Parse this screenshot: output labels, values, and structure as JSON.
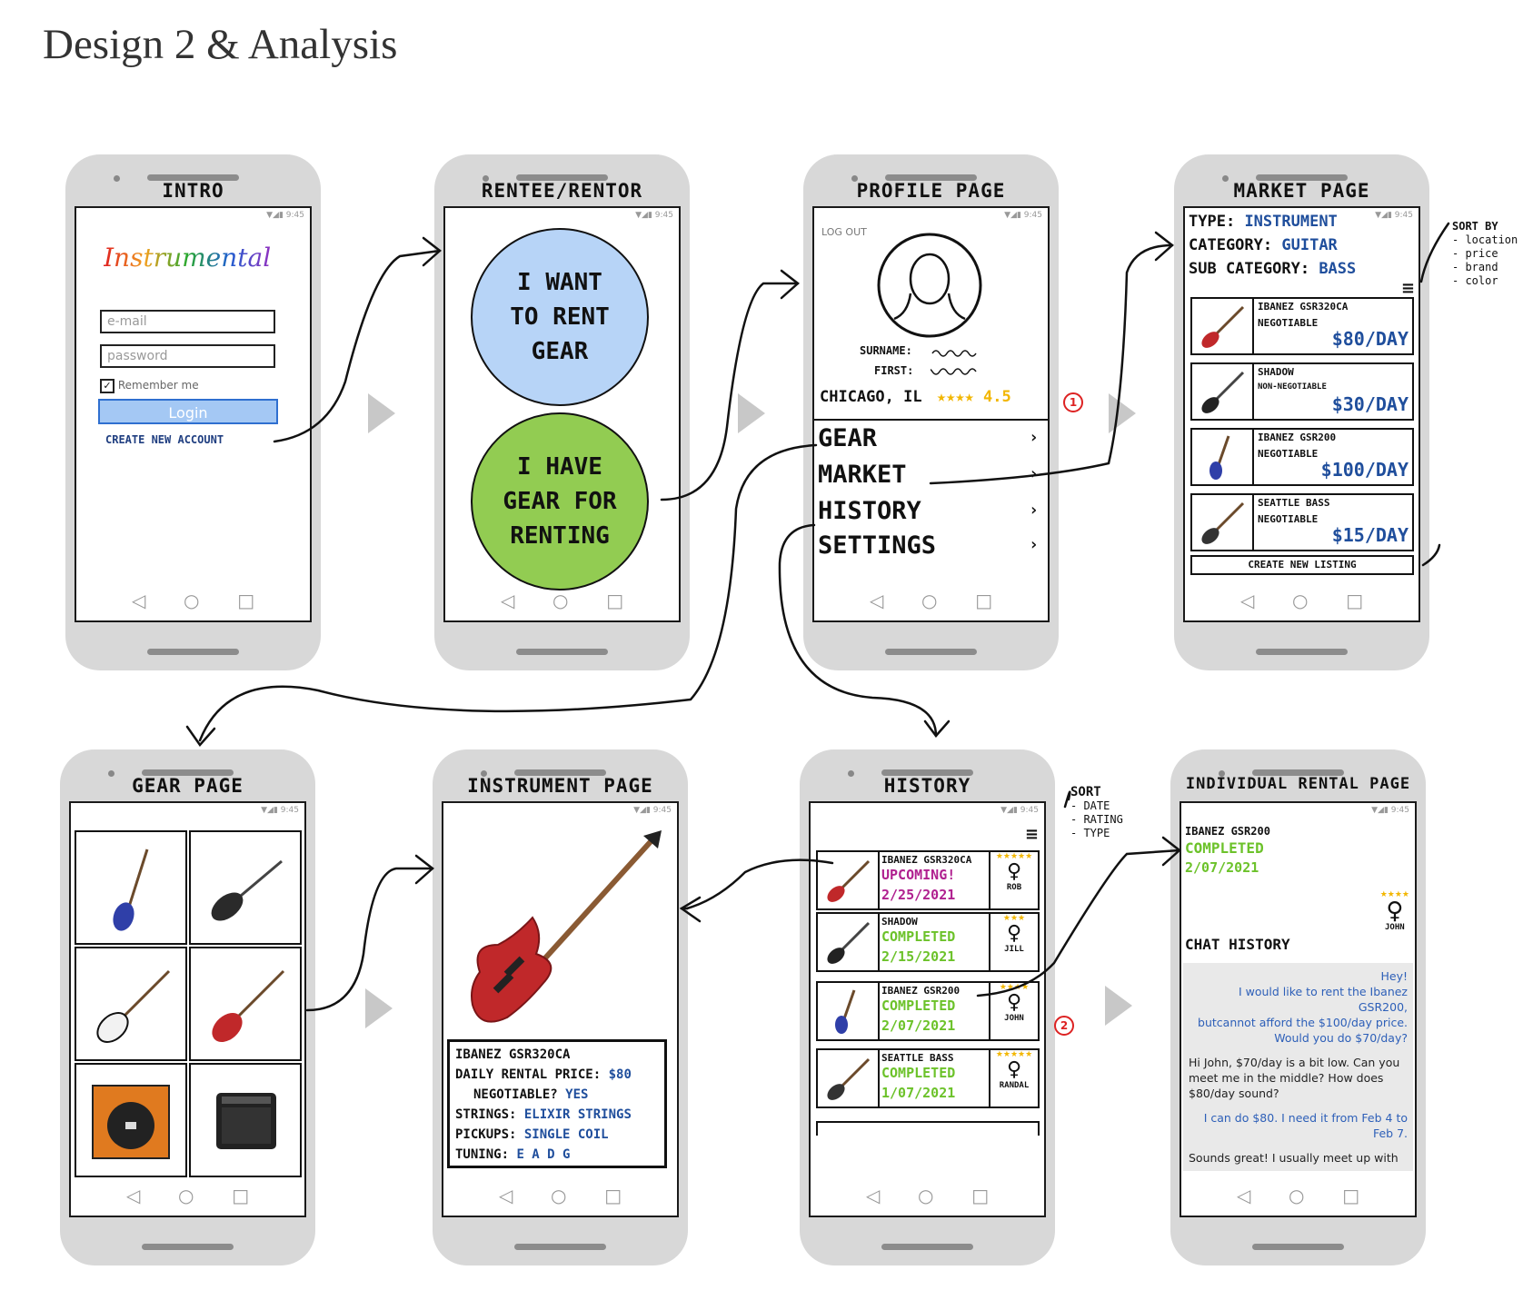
{
  "page_title": "Design 2 & Analysis",
  "status_time": "9:45",
  "nav": {
    "back": "◁",
    "home": "○",
    "recent": "□"
  },
  "intro": {
    "title": "INTRO",
    "logo": "Instrumental",
    "email_placeholder": "e-mail",
    "password_placeholder": "password",
    "remember": "Remember me",
    "login": "Login",
    "create": "CREATE NEW ACCOUNT"
  },
  "renter": {
    "title": "RENTEE/RENTOR",
    "rent_lines": [
      "I WANT",
      "TO RENT",
      "GEAR"
    ],
    "have_lines": [
      "I HAVE",
      "GEAR FOR",
      "RENTING"
    ],
    "rent_color": "#b7d4f7",
    "have_color": "#92cc52"
  },
  "profile": {
    "title": "PROFILE PAGE",
    "logout": "LOG OUT",
    "surname": "SURNAME:",
    "first": "FIRST:",
    "location": "CHICAGO, IL",
    "stars": "★★★★",
    "rating": "4.5",
    "menu": [
      "GEAR",
      "MARKET",
      "HISTORY",
      "SETTINGS"
    ],
    "marker": "1"
  },
  "market": {
    "title": "MARKET PAGE",
    "type_label": "TYPE:",
    "type_value": "INSTRUMENT",
    "cat_label": "CATEGORY:",
    "cat_value": "GUITAR",
    "sub_label": "SUB CATEGORY:",
    "sub_value": "BASS",
    "listings": [
      {
        "name": "IBANEZ GSR320CA",
        "neg": "NEGOTIABLE",
        "price": "$80/DAY",
        "color": "#c0282a"
      },
      {
        "name": "SHADOW",
        "neg": "NON-NEGOTIABLE",
        "price": "$30/DAY",
        "color": "#222222"
      },
      {
        "name": "IBANEZ GSR200",
        "neg": "NEGOTIABLE",
        "price": "$100/DAY",
        "color": "#2f3fa8"
      },
      {
        "name": "SEATTLE BASS",
        "neg": "NEGOTIABLE",
        "price": "$15/DAY",
        "color": "#333333"
      }
    ],
    "create": "CREATE NEW LISTING",
    "sort_title": "SORT BY",
    "sort_items": [
      "- location",
      "- price",
      "- brand",
      "- color"
    ]
  },
  "gear": {
    "title": "GEAR PAGE",
    "tile_colors": [
      "#2f3fa8",
      "#2a2a2a",
      "#e8e8e8",
      "#c0282a",
      "#e07a1f",
      "#222222"
    ]
  },
  "instrument": {
    "title": "INSTRUMENT PAGE",
    "name": "IBANEZ GSR320CA",
    "price_label": "DAILY RENTAL PRICE:",
    "price_value": "$80",
    "neg_label": "NEGOTIABLE?",
    "neg_value": "YES",
    "strings_label": "STRINGS:",
    "strings_value": "ELIXIR STRINGS",
    "pickups_label": "PICKUPS:",
    "pickups_value": "SINGLE COIL",
    "tuning_label": "TUNING:",
    "tuning_value": "E A D G"
  },
  "history": {
    "title": "HISTORY",
    "rows": [
      {
        "name": "IBANEZ GSR320CA",
        "status": "UPCOMING!",
        "date": "2/25/2021",
        "person": "ROB",
        "stars": "★★★★★",
        "color": "#c0282a",
        "status_color": "#b0208f"
      },
      {
        "name": "SHADOW",
        "status": "COMPLETED",
        "date": "2/15/2021",
        "person": "JILL",
        "stars": "★★★",
        "color": "#222222",
        "status_color": "#6cc22a"
      },
      {
        "name": "IBANEZ GSR200",
        "status": "COMPLETED",
        "date": "2/07/2021",
        "person": "JOHN",
        "stars": "★★★★",
        "color": "#2f3fa8",
        "status_color": "#6cc22a"
      },
      {
        "name": "SEATTLE BASS",
        "status": "COMPLETED",
        "date": "1/07/2021",
        "person": "RANDAL",
        "stars": "★★★★★",
        "color": "#333333",
        "status_color": "#6cc22a"
      }
    ],
    "sort_title": "SORT",
    "sort_items": [
      "- DATE",
      "- RATING",
      "- TYPE"
    ],
    "marker": "2"
  },
  "rental": {
    "title": "INDIVIDUAL RENTAL PAGE",
    "name": "IBANEZ GSR200",
    "status": "COMPLETED",
    "date": "2/07/2021",
    "stars": "★★★★",
    "person": "JOHN",
    "chat_title": "CHAT HISTORY",
    "messages": [
      {
        "side": "right",
        "lines": [
          "Hey!",
          "I would like to rent the Ibanez GSR200,",
          "butcannot afford the $100/day price.",
          "Would you do $70/day?"
        ]
      },
      {
        "side": "left",
        "lines": [
          "Hi John, $70/day is a bit low. Can you",
          "meet me in the middle? How does",
          "$80/day sound?"
        ]
      },
      {
        "side": "right",
        "lines": [
          "I can do $80. I need it from Feb 4 to",
          "Feb 7."
        ]
      },
      {
        "side": "left",
        "lines": [
          "Sounds great! I usually meet up with"
        ]
      }
    ]
  }
}
